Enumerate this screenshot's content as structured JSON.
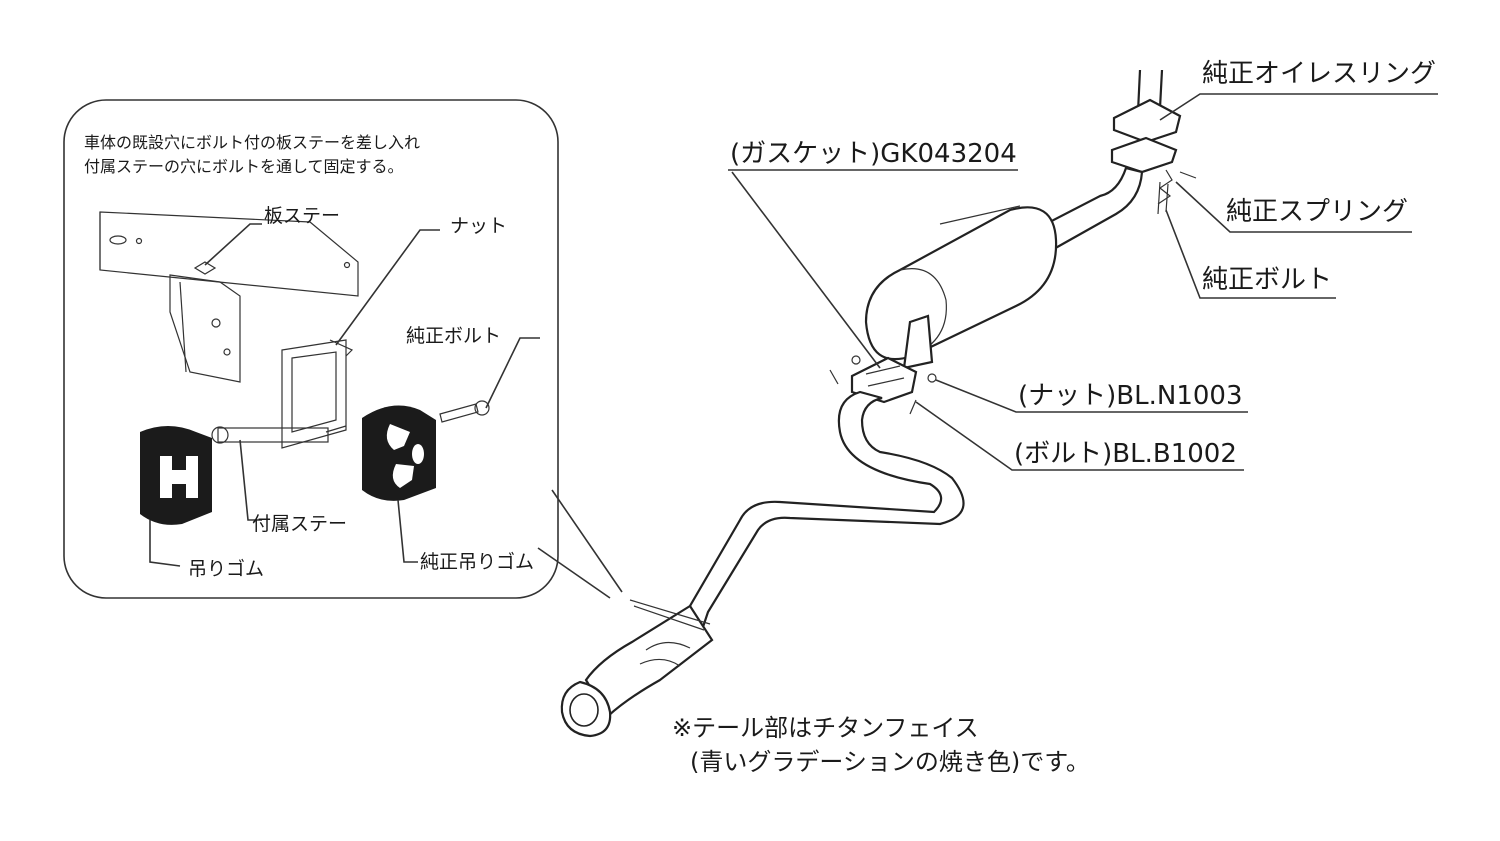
{
  "inset": {
    "note_line1": "車体の既設穴にボルト付の板ステーを差し入れ",
    "note_line2": "付属ステーの穴にボルトを通して固定する。",
    "labels": {
      "plate_stay": "板ステー",
      "nut": "ナット",
      "oem_bolt": "純正ボルト",
      "included_stay": "付属ステー",
      "hanger_rubber": "吊りゴム",
      "oem_hanger_rubber": "純正吊りゴム"
    }
  },
  "callouts": {
    "oem_o_ring": "純正オイレスリング",
    "oem_spring": "純正スプリング",
    "oem_bolt": "純正ボルト",
    "gasket": "(ガスケット)GK043204",
    "nut": "(ナット)BL.N1003",
    "bolt": "(ボルト)BL.B1002"
  },
  "footnote": {
    "line1": "※テール部はチタンフェイス",
    "line2": "(青いグラデーションの焼き色)です。"
  }
}
